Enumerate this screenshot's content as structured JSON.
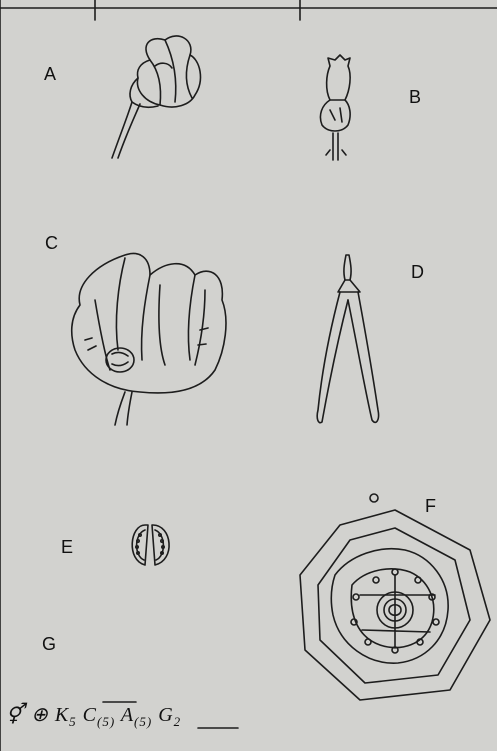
{
  "labels": {
    "a": "A",
    "b": "B",
    "c": "C",
    "d": "D",
    "e": "E",
    "f": "F",
    "g": "G"
  },
  "formula": {
    "bisexual_symbol": "⚥",
    "actinomorphic_symbol": "⊕",
    "calyx": "K",
    "calyx_count": "5",
    "corolla": "C",
    "corolla_count": "(5)",
    "androecium": "A",
    "androecium_count": "(5)",
    "gynoecium": "G",
    "gynoecium_count": "2"
  }
}
